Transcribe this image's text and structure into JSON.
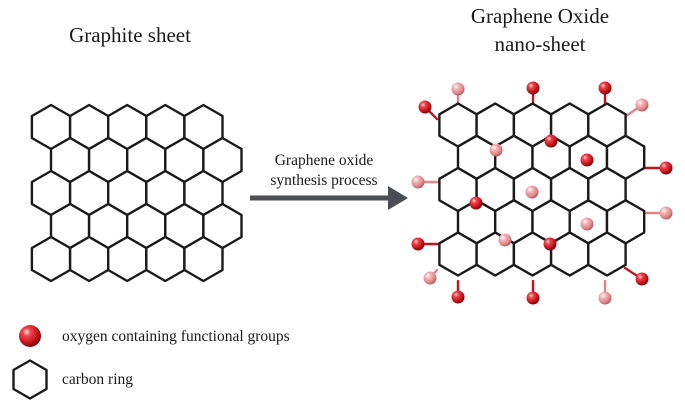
{
  "titles": {
    "graphite": "Graphite sheet",
    "graphene_line1": "Graphene Oxide",
    "graphene_line2": "nano-sheet"
  },
  "arrow": {
    "line1": "Graphene oxide",
    "line2": "synthesis process"
  },
  "legend": {
    "oxygen_label": "oxygen containing functional groups",
    "carbon_label": "carbon ring"
  },
  "colors": {
    "hex_stroke": "#1a1a1a",
    "arrow": "#4a4d52",
    "oxygen_dark": "#d01f26",
    "oxygen_light": "#e88f95"
  }
}
